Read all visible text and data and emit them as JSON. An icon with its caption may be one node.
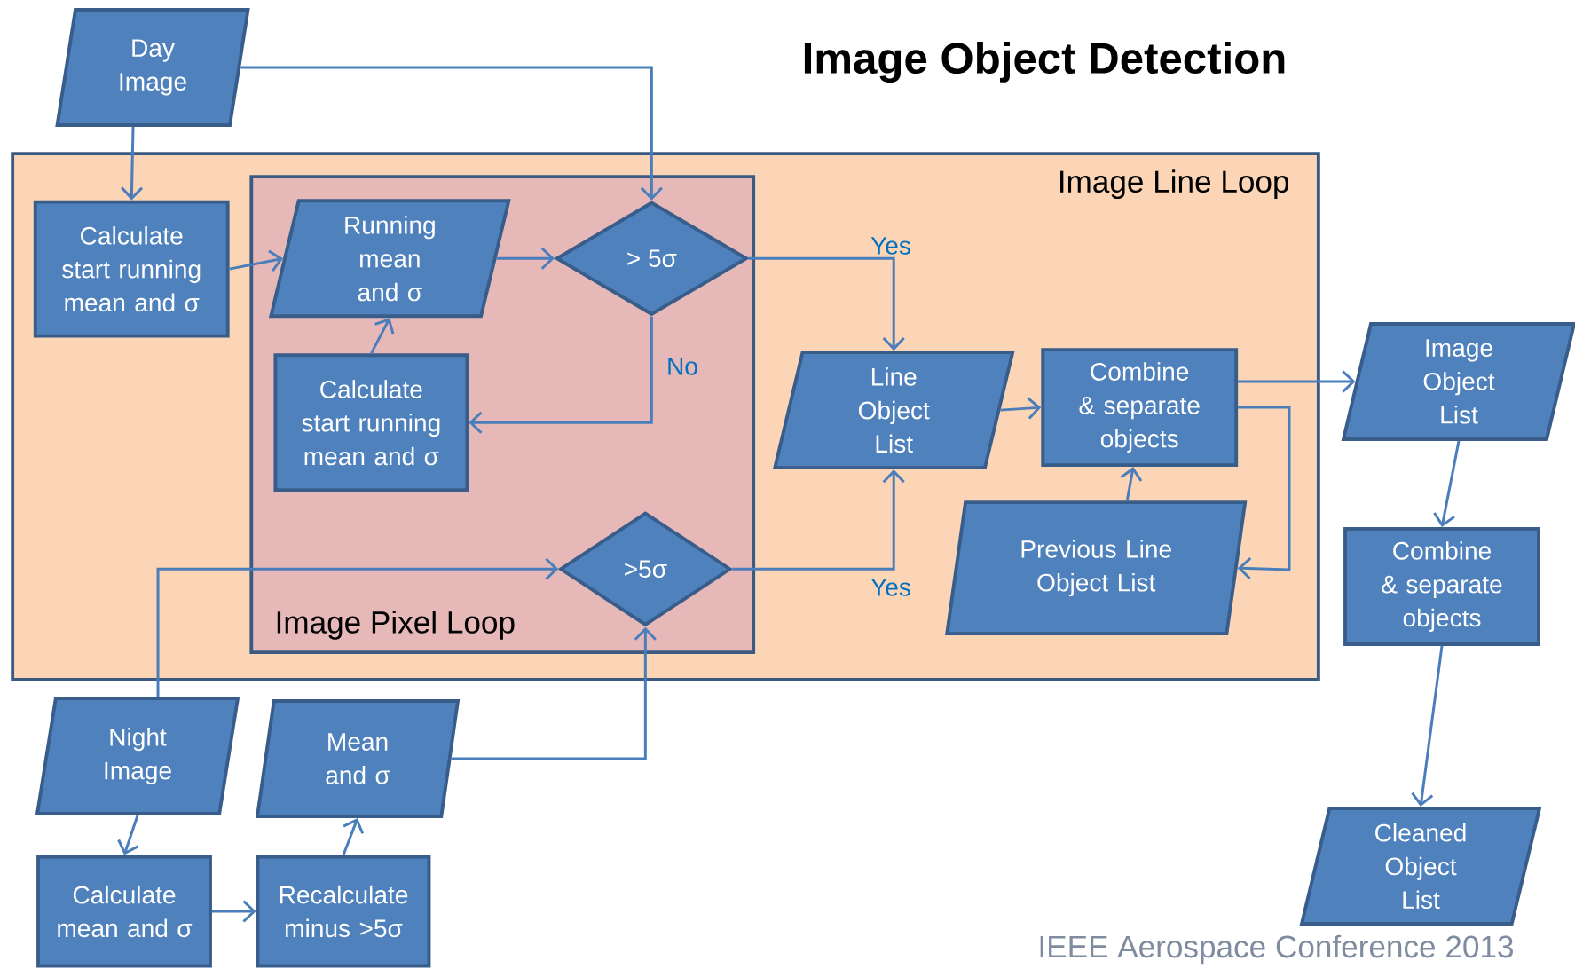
{
  "diagram": {
    "title": "Image Object Detection",
    "nodes": [
      {
        "text": [
          "Image Line Loop"
        ]
      },
      {
        "text": [
          "Image Pixel Loop"
        ],
        "in": 0
      },
      {
        "text": [
          "Day Image"
        ]
      },
      {
        "text": [
          "Calculate start running mean and σ"
        ],
        "in": 0
      },
      {
        "text": [
          "Running mean and σ"
        ],
        "in": 1
      },
      {
        "text": [
          "> 5σ"
        ],
        "in": 1
      },
      {
        "text": [
          "Calculate start running mean and σ"
        ],
        "in": 1
      },
      {
        "text": [
          ">5σ"
        ],
        "in": 1
      },
      {
        "text": [
          "Line Object List"
        ],
        "in": 0
      },
      {
        "text": [
          "Combine & separate objects"
        ],
        "in": 0
      },
      {
        "text": [
          "Previous Line Object List"
        ],
        "in": 0
      },
      {
        "text": [
          "Image Object List"
        ]
      },
      {
        "text": [
          "Combine & separate objects"
        ]
      },
      {
        "text": [
          "Cleaned Object List"
        ]
      },
      {
        "text": [
          "Night Image"
        ]
      },
      {
        "text": [
          "Mean and σ"
        ]
      },
      {
        "text": [
          "Calculate mean and σ"
        ]
      },
      {
        "text": [
          "Recalculate minus >5σ"
        ]
      }
    ],
    "edges": [
      {
        "from": 2,
        "to": 3,
        "arrow": "to"
      },
      {
        "from": 2,
        "to": 5,
        "arrow": "to"
      },
      {
        "from": 3,
        "to": 4,
        "arrow": "to"
      },
      {
        "from": 4,
        "to": 5,
        "arrow": "to"
      },
      {
        "from": 5,
        "to": 6,
        "arrow": "to",
        "label": "No"
      },
      {
        "from": 6,
        "to": 4,
        "arrow": "to"
      },
      {
        "from": 5,
        "to": 8,
        "arrow": "to",
        "label": "Yes"
      },
      {
        "from": 7,
        "to": 8,
        "arrow": "to",
        "label": "Yes"
      },
      {
        "from": 14,
        "to": 7,
        "arrow": "to"
      },
      {
        "from": 15,
        "to": 7,
        "arrow": "to"
      },
      {
        "from": 8,
        "to": 9,
        "arrow": "to"
      },
      {
        "from": 10,
        "to": 9,
        "arrow": "to"
      },
      {
        "from": 9,
        "to": 10,
        "arrow": "to"
      },
      {
        "from": 9,
        "to": 11,
        "arrow": "to"
      },
      {
        "from": 11,
        "to": 12,
        "arrow": "to"
      },
      {
        "from": 12,
        "to": 13,
        "arrow": "to"
      },
      {
        "from": 14,
        "to": 16,
        "arrow": "to"
      },
      {
        "from": 16,
        "to": 17,
        "arrow": "to"
      },
      {
        "from": 17,
        "to": 15,
        "arrow": "to"
      }
    ],
    "labels": [
      "IEEE Aerospace Conference 2013"
    ]
  }
}
